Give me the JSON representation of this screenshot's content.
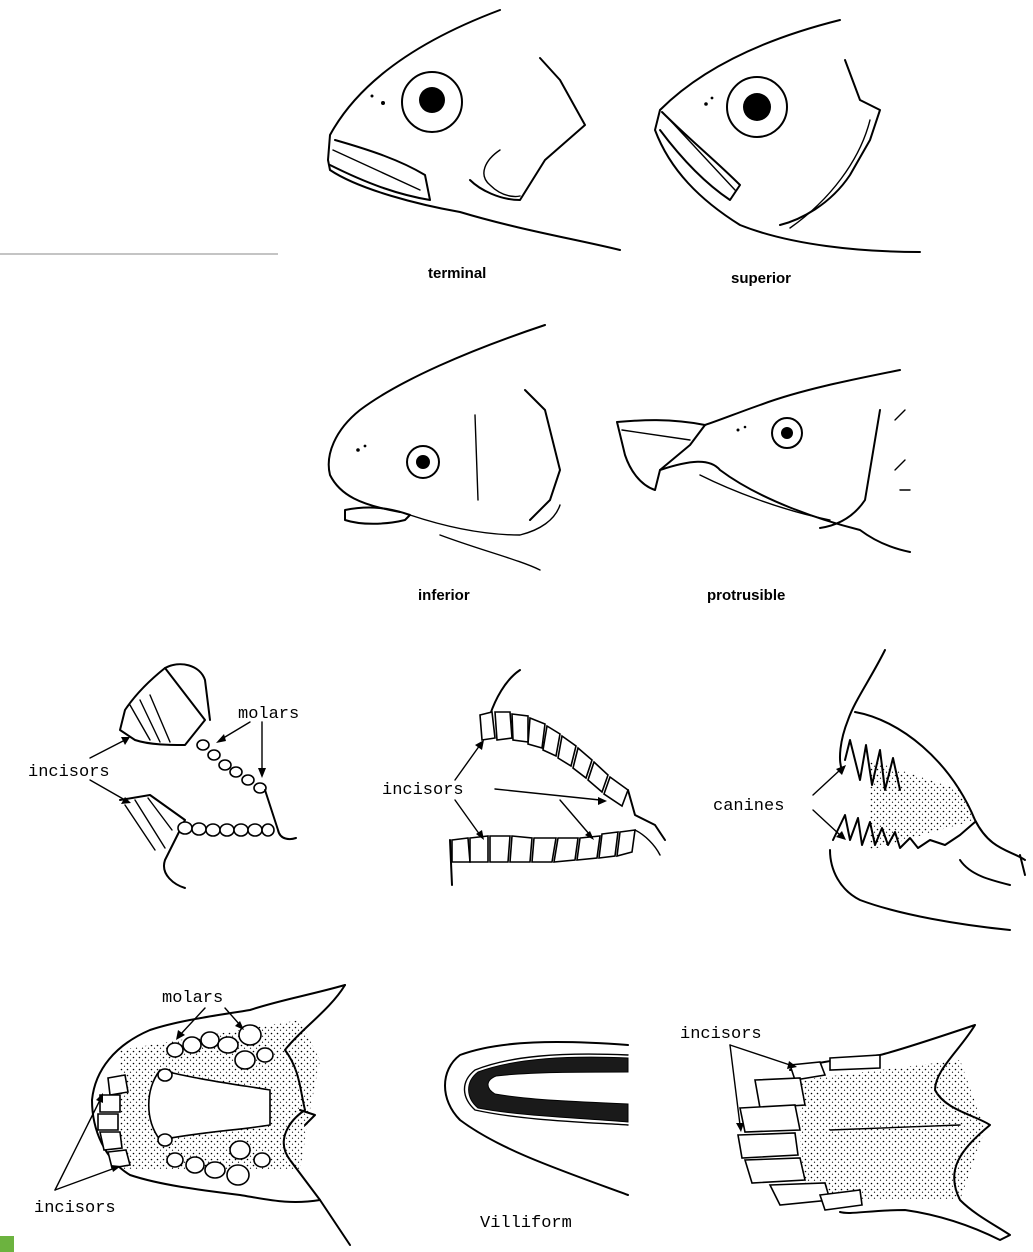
{
  "mouth_positions": {
    "terminal": "terminal",
    "superior": "superior",
    "inferior": "inferior",
    "protrusible": "protrusible"
  },
  "teeth_types": {
    "jaw_side_1": {
      "upper_label": "molars",
      "lower_label": "incisors"
    },
    "jaw_side_2": {
      "label": "incisors"
    },
    "jaw_side_3": {
      "label": "canines"
    },
    "palate_1": {
      "upper_label": "molars",
      "lower_label": "incisors"
    },
    "villiform": {
      "label": "Villiform"
    },
    "palate_2": {
      "label": "incisors"
    }
  },
  "colors": {
    "ink": "#000000",
    "background": "#ffffff",
    "corner_accent": "#6cb33f"
  }
}
